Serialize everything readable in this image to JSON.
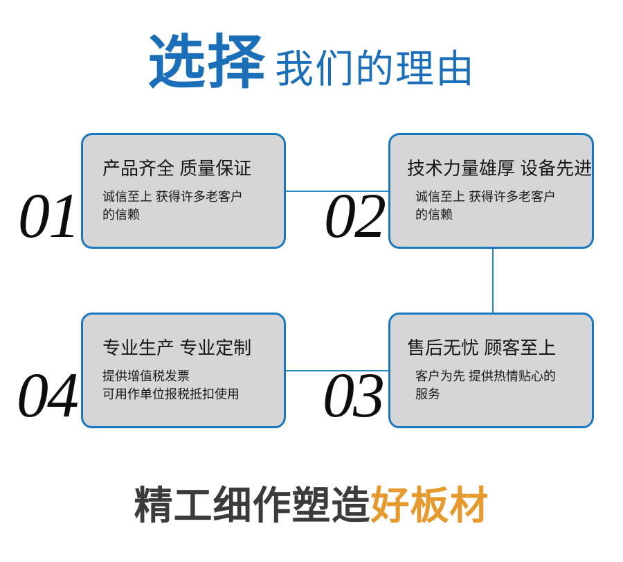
{
  "header": {
    "strong_text": "选择",
    "light_text": "我们的理由",
    "color": "#1b6fb8"
  },
  "theme": {
    "accent_blue": "#1b77bd",
    "title_blue": "#1b6fb8",
    "card_fill": "#d6d6d6",
    "accent_orange": "#e69a2e",
    "text_dark": "#151515",
    "footer_dark": "#3b3b3b"
  },
  "cards": [
    {
      "number": "01",
      "title": "产品齐全 质量保证",
      "body_line1": "诚信至上 获得许多老客户",
      "body_line2": "的信赖"
    },
    {
      "number": "02",
      "title": "技术力量雄厚 设备先进",
      "body_line1": "诚信至上 获得许多老客户",
      "body_line2": "的信赖"
    },
    {
      "number": "03",
      "title": "售后无忧 顾客至上",
      "body_line1": "客户为先 提供热情贴心的",
      "body_line2": "服务"
    },
    {
      "number": "04",
      "title": "专业生产 专业定制",
      "body_line1": "提供增值税发票",
      "body_line2": "可用作单位报税抵扣使用"
    }
  ],
  "footer": {
    "dark_text": "精工细作塑造",
    "accent_text": "好板材"
  }
}
